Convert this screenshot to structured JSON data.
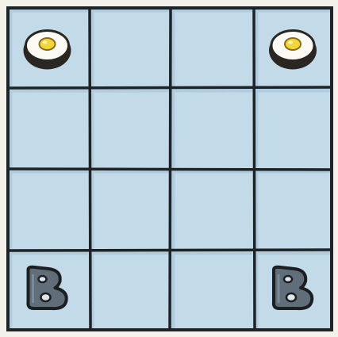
{
  "board": {
    "rows": 4,
    "cols": 4,
    "cell_color": "#c3dbe9",
    "cell_shadow_color": "#a9c6d8",
    "line_color": "#1e2326",
    "paper_color": "#f4f1ea"
  },
  "pieces": [
    {
      "type": "egg",
      "row": 0,
      "col": 0,
      "white": "#fbfaf4",
      "yolk": "#f2d63a",
      "rim": "#2a2622"
    },
    {
      "type": "egg",
      "row": 0,
      "col": 3,
      "white": "#fbfaf4",
      "yolk": "#f2d63a",
      "rim": "#2a2622"
    },
    {
      "type": "b-piece",
      "row": 3,
      "col": 0,
      "label": "B",
      "fill": "#5f6e79",
      "outline": "#1b1f22"
    },
    {
      "type": "b-piece",
      "row": 3,
      "col": 3,
      "label": "B",
      "fill": "#5f6e79",
      "outline": "#1b1f22"
    }
  ]
}
